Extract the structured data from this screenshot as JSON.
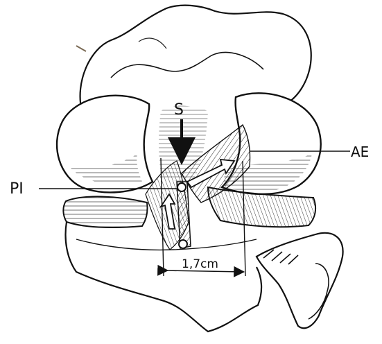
{
  "labels": {
    "s": "S",
    "ae": "AE",
    "pi": "PI",
    "measurement": "1,7cm"
  },
  "colors": {
    "ink": "#111111",
    "paper": "#ffffff"
  }
}
